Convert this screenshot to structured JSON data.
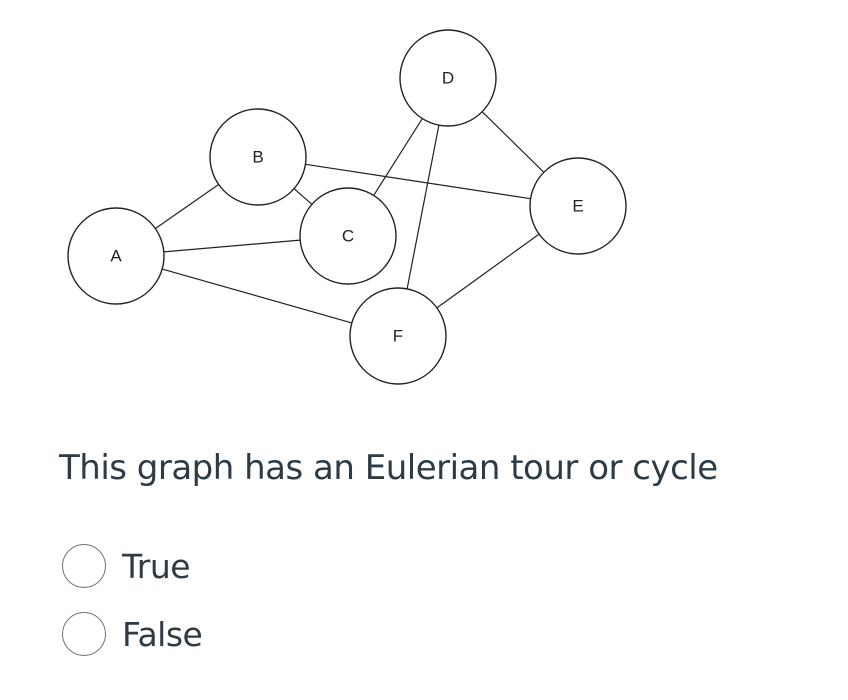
{
  "graph": {
    "nodes": [
      {
        "id": "A",
        "label": "A"
      },
      {
        "id": "B",
        "label": "B"
      },
      {
        "id": "C",
        "label": "C"
      },
      {
        "id": "D",
        "label": "D"
      },
      {
        "id": "E",
        "label": "E"
      },
      {
        "id": "F",
        "label": "F"
      }
    ],
    "edges": [
      [
        "A",
        "B"
      ],
      [
        "A",
        "C"
      ],
      [
        "A",
        "F"
      ],
      [
        "B",
        "C"
      ],
      [
        "B",
        "E"
      ],
      [
        "C",
        "D"
      ],
      [
        "D",
        "E"
      ],
      [
        "D",
        "F"
      ],
      [
        "E",
        "F"
      ]
    ]
  },
  "question": {
    "text": "This graph has an Eulerian tour or cycle",
    "options": [
      {
        "label": "True",
        "selected": false
      },
      {
        "label": "False",
        "selected": false
      }
    ]
  }
}
